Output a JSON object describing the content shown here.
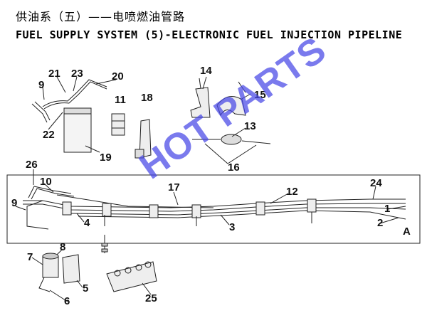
{
  "title_cn": "供油系（五）——电喷燃油管路",
  "title_en": "FUEL SUPPLY SYSTEM (5)-ELECTRONIC FUEL INJECTION PIPELINE",
  "watermark": "HOT PARTS",
  "view_label": "A",
  "callouts": [
    {
      "id": "c21",
      "text": "21"
    },
    {
      "id": "c23",
      "text": "23"
    },
    {
      "id": "c20",
      "text": "20"
    },
    {
      "id": "c9a",
      "text": "9"
    },
    {
      "id": "c22",
      "text": "22"
    },
    {
      "id": "c19",
      "text": "19"
    },
    {
      "id": "c11",
      "text": "11"
    },
    {
      "id": "c18",
      "text": "18"
    },
    {
      "id": "c14",
      "text": "14"
    },
    {
      "id": "c15",
      "text": "15"
    },
    {
      "id": "c13",
      "text": "13"
    },
    {
      "id": "c16",
      "text": "16"
    },
    {
      "id": "c26",
      "text": "26"
    },
    {
      "id": "c10",
      "text": "10"
    },
    {
      "id": "c17",
      "text": "17"
    },
    {
      "id": "c12",
      "text": "12"
    },
    {
      "id": "c24",
      "text": "24"
    },
    {
      "id": "c9b",
      "text": "9"
    },
    {
      "id": "c4",
      "text": "4"
    },
    {
      "id": "c3",
      "text": "3"
    },
    {
      "id": "c1",
      "text": "1"
    },
    {
      "id": "c2",
      "text": "2"
    },
    {
      "id": "c7",
      "text": "7"
    },
    {
      "id": "c8",
      "text": "8"
    },
    {
      "id": "c5",
      "text": "5"
    },
    {
      "id": "c6",
      "text": "6"
    },
    {
      "id": "c25",
      "text": "25"
    }
  ]
}
